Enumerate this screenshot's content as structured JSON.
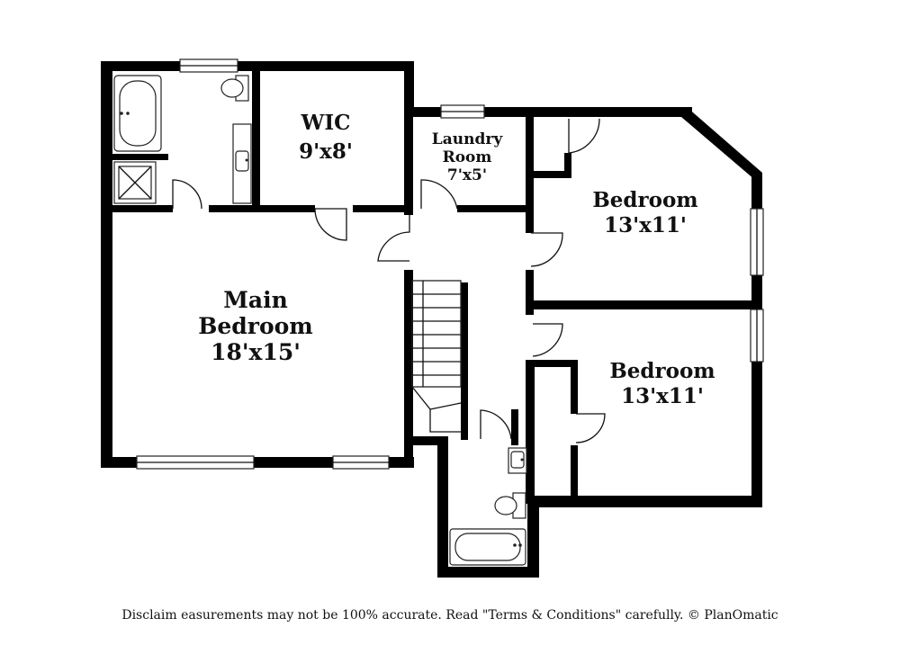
{
  "rooms": {
    "wic": {
      "name": "WIC",
      "size": "9'x8'"
    },
    "laundry": {
      "name_line1": "Laundry",
      "name_line2": "Room",
      "size": "7'x5'"
    },
    "bedroom_top": {
      "name": "Bedroom",
      "size": "13'x11'"
    },
    "main_bedroom": {
      "name_line1": "Main",
      "name_line2": "Bedroom",
      "size": "18'x15'"
    },
    "bedroom_bottom": {
      "name": "Bedroom",
      "size": "13'x11'"
    }
  },
  "disclaimer": "Disclaim      easurements may not be 100% accurate. Read \"Terms & Conditions\" carefully. © PlanOmatic",
  "colors": {
    "wall": "#000000",
    "background": "#ffffff"
  }
}
